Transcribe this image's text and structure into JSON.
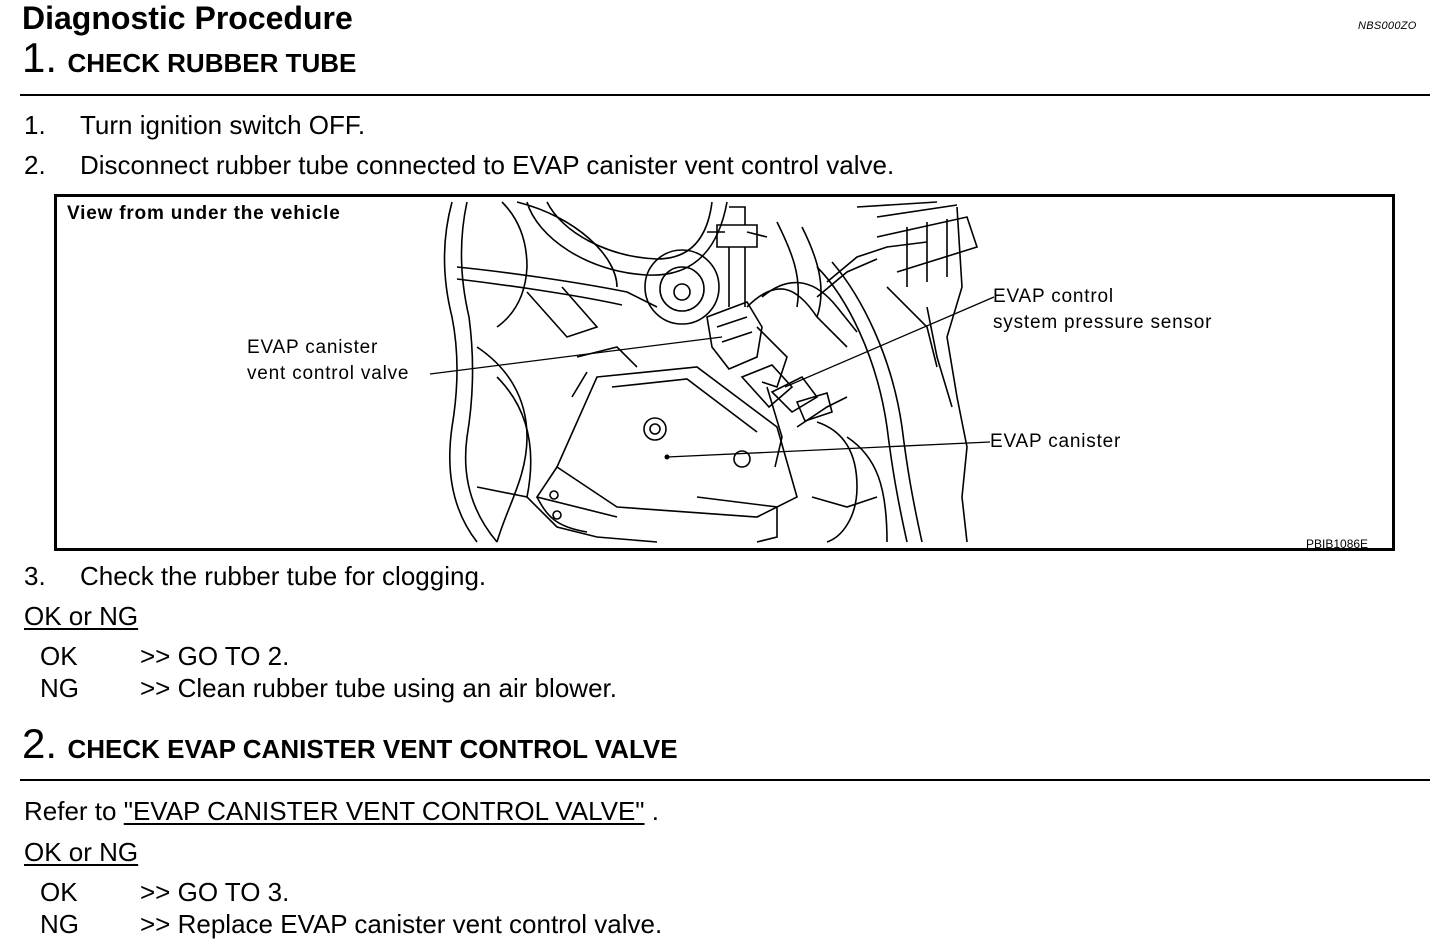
{
  "header": {
    "title": "Diagnostic Procedure",
    "doc_code": "NBS000ZO"
  },
  "step1": {
    "number": "1.",
    "title": "CHECK RUBBER TUBE",
    "items": [
      {
        "num": "1.",
        "text": "Turn ignition switch OFF."
      },
      {
        "num": "2.",
        "text": "Disconnect rubber tube connected to EVAP canister vent control valve."
      },
      {
        "num": "3.",
        "text": "Check the rubber tube for clogging."
      }
    ],
    "figure": {
      "caption": "View from under the vehicle",
      "label_vent_valve_1": "EVAP canister",
      "label_vent_valve_2": "vent control valve",
      "label_sensor_1": "EVAP control",
      "label_sensor_2": "system pressure sensor",
      "label_canister": "EVAP canister",
      "code": "PBIB1086E"
    },
    "ok_ng_label": "OK or NG",
    "results": [
      {
        "key": "OK",
        "text": ">> GO TO 2."
      },
      {
        "key": "NG",
        "text": ">> Clean rubber tube using an air blower."
      }
    ]
  },
  "step2": {
    "number": "2.",
    "title": "CHECK EVAP CANISTER VENT CONTROL VALVE",
    "refer_prefix": "Refer to",
    "refer_link": "\"EVAP CANISTER VENT CONTROL VALVE\"",
    "refer_suffix": ".",
    "ok_ng_label": "OK or NG",
    "results": [
      {
        "key": "OK",
        "text": ">> GO TO 3."
      },
      {
        "key": "NG",
        "text": ">> Replace EVAP canister vent control valve."
      }
    ]
  }
}
